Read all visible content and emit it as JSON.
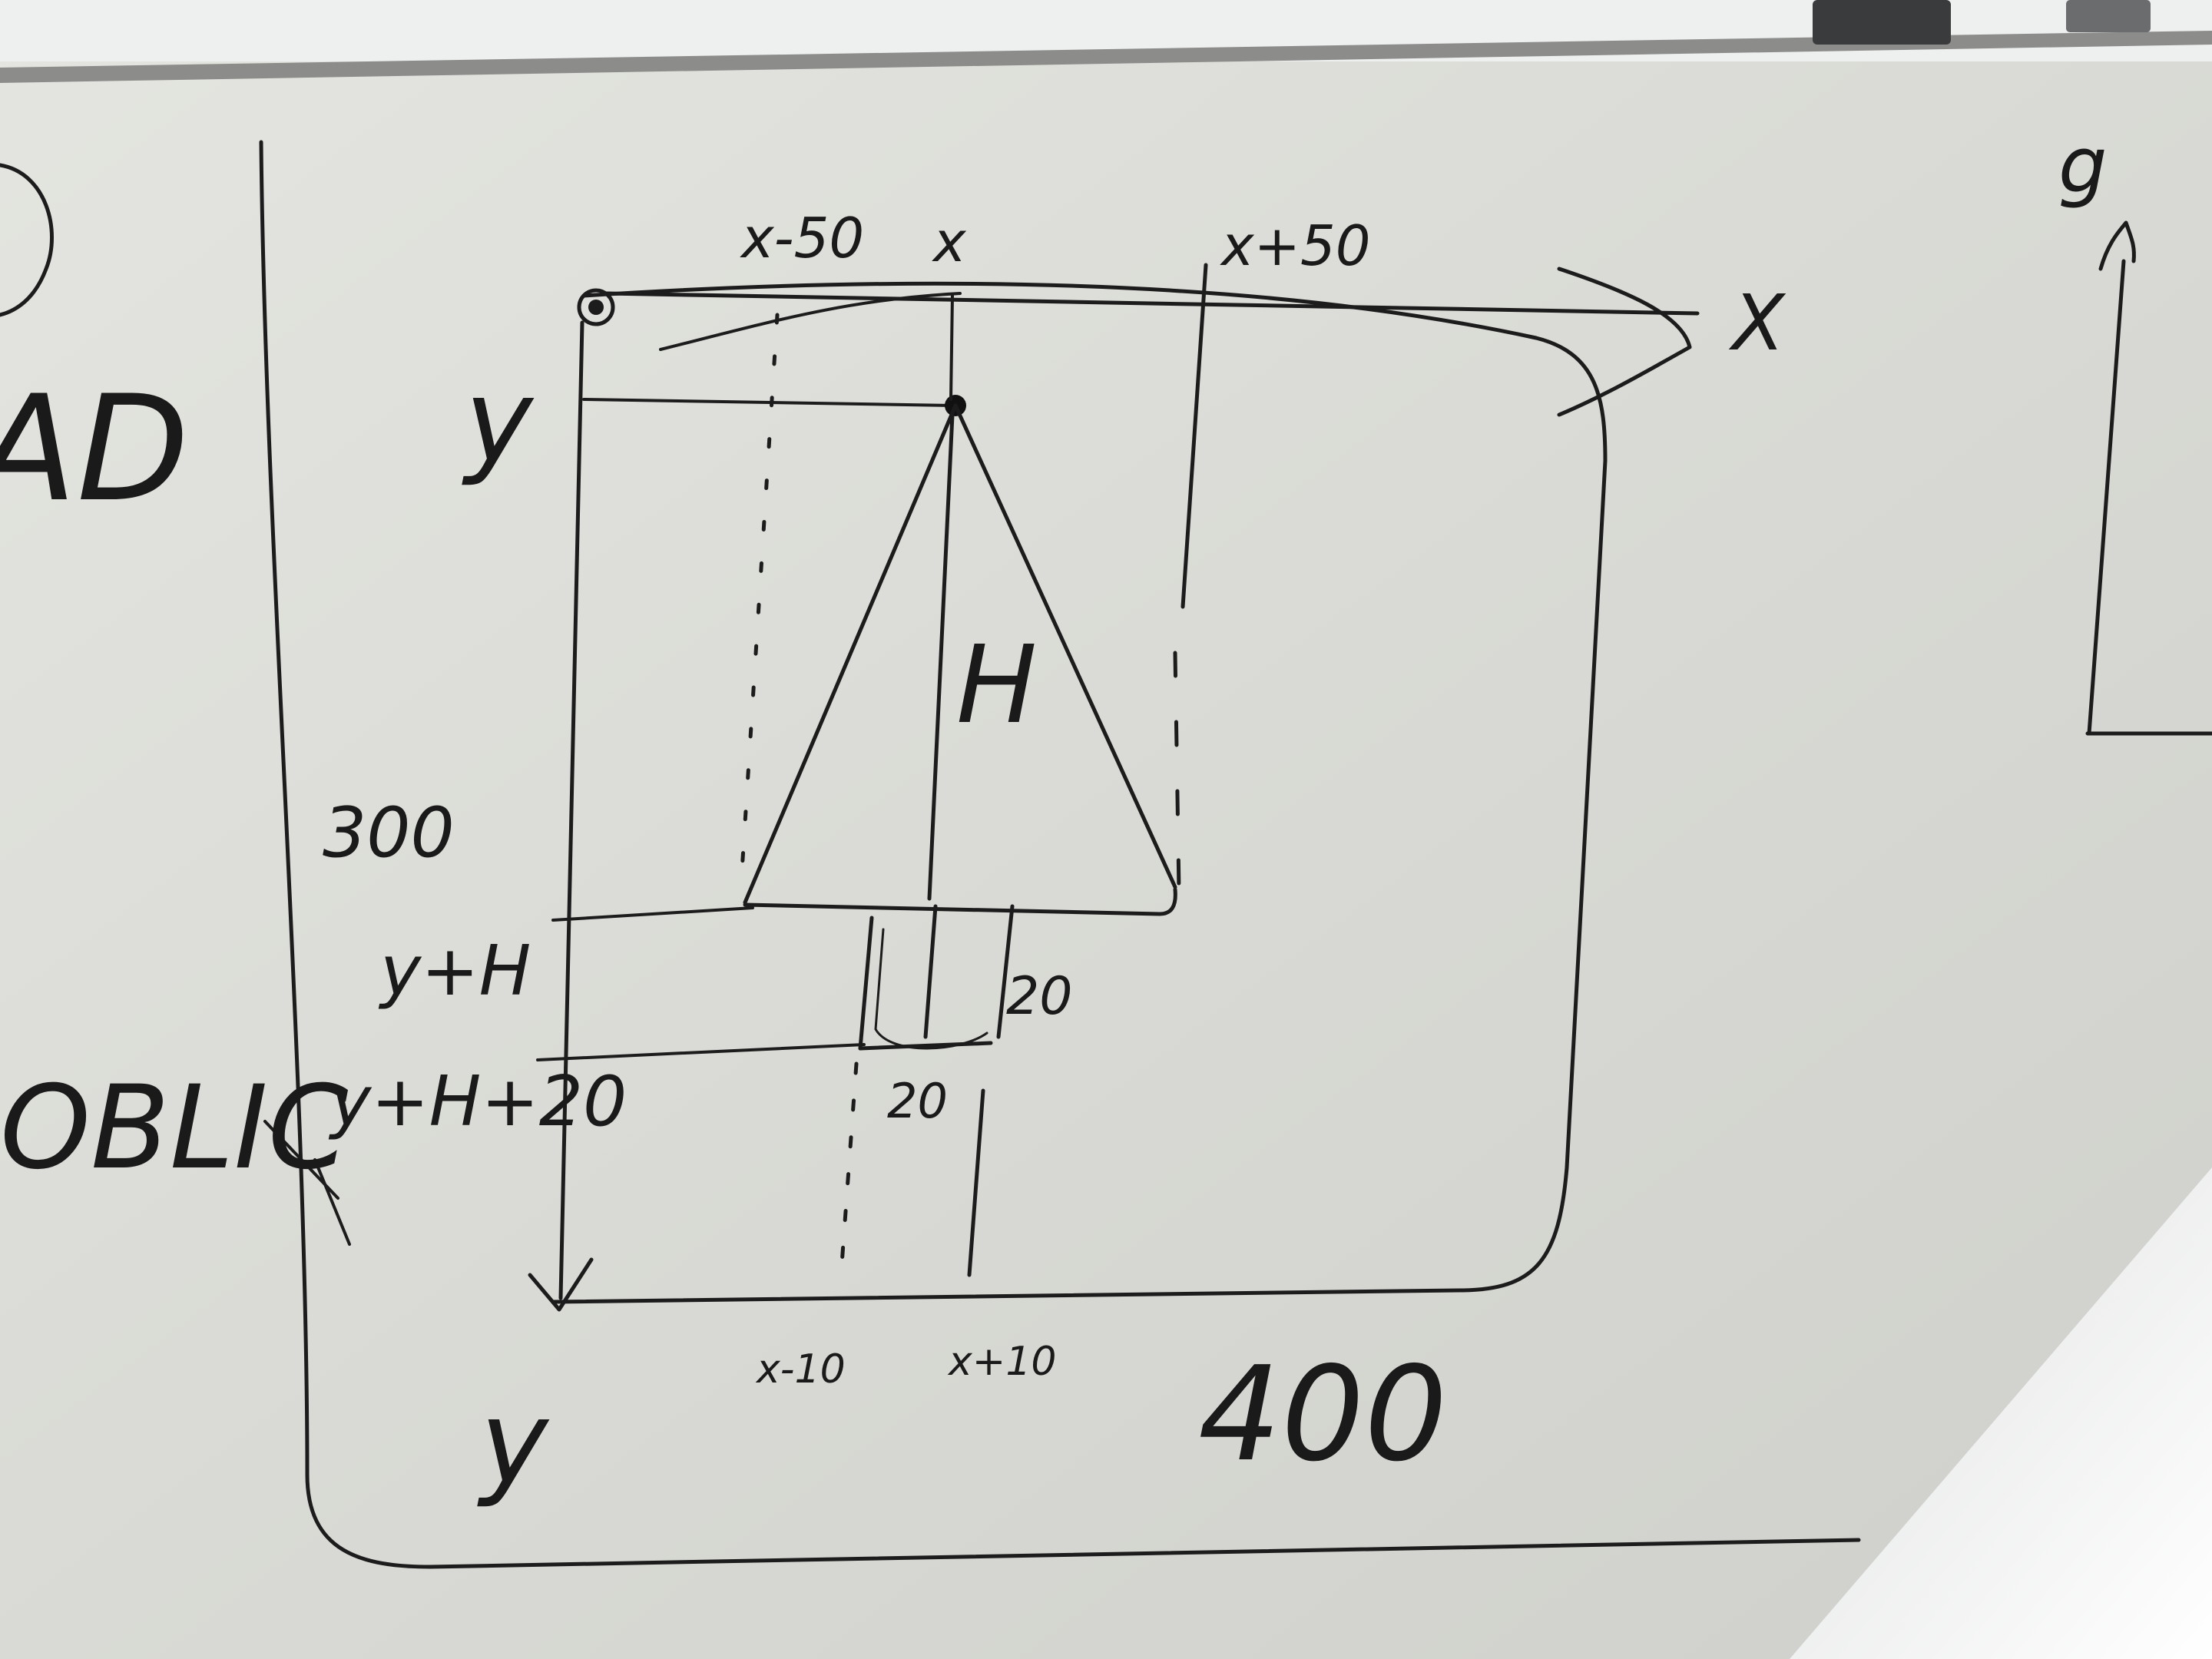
{
  "diagram": {
    "labels": {
      "x_minus_50": "x-50",
      "x_top": "x",
      "x_plus_50": "x+50",
      "x_axis": "X",
      "y_top": "y",
      "y_bottom": "y",
      "y_corner": "g",
      "height": "H",
      "three_hundred": "300",
      "y_plus_h": "y+H",
      "y_plus_h_plus_20": "y+H+20",
      "twenty_right": "20",
      "twenty_bottom": "20",
      "x_minus_10": "x-10",
      "x_plus_10": "x+10",
      "four_hundred": "400",
      "left_ad": "AD",
      "left_oblic": "OBLIC"
    }
  }
}
